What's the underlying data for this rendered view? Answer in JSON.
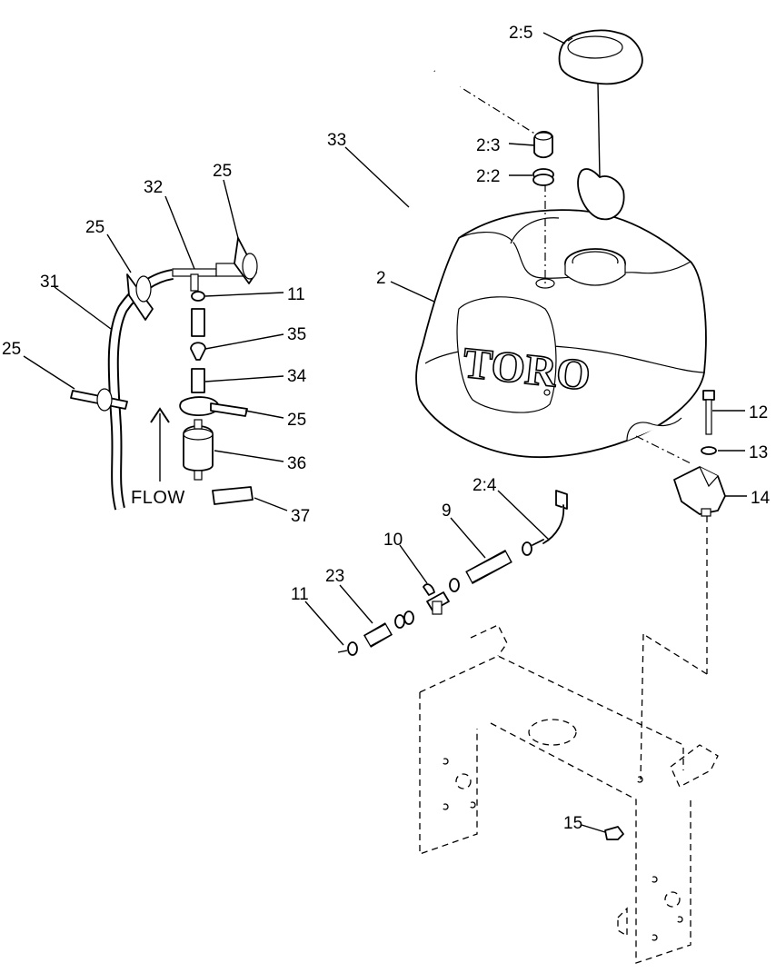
{
  "diagram": {
    "brand_text": "TORO",
    "flow_label": "FLOW",
    "callouts": [
      {
        "id": "c-2-5",
        "text": "2:5"
      },
      {
        "id": "c-2-3",
        "text": "2:3"
      },
      {
        "id": "c-2-2",
        "text": "2:2"
      },
      {
        "id": "c-33",
        "text": "33"
      },
      {
        "id": "c-32",
        "text": "32"
      },
      {
        "id": "c-25a",
        "text": "25"
      },
      {
        "id": "c-25b",
        "text": "25"
      },
      {
        "id": "c-25c",
        "text": "25"
      },
      {
        "id": "c-25d",
        "text": "25"
      },
      {
        "id": "c-31",
        "text": "31"
      },
      {
        "id": "c-11a",
        "text": "11"
      },
      {
        "id": "c-35",
        "text": "35"
      },
      {
        "id": "c-34",
        "text": "34"
      },
      {
        "id": "c-36",
        "text": "36"
      },
      {
        "id": "c-37",
        "text": "37"
      },
      {
        "id": "c-2",
        "text": "2"
      },
      {
        "id": "c-12",
        "text": "12"
      },
      {
        "id": "c-13",
        "text": "13"
      },
      {
        "id": "c-14",
        "text": "14"
      },
      {
        "id": "c-2-4",
        "text": "2:4"
      },
      {
        "id": "c-9",
        "text": "9"
      },
      {
        "id": "c-10",
        "text": "10"
      },
      {
        "id": "c-23",
        "text": "23"
      },
      {
        "id": "c-11b",
        "text": "11"
      },
      {
        "id": "c-15",
        "text": "15"
      }
    ]
  }
}
